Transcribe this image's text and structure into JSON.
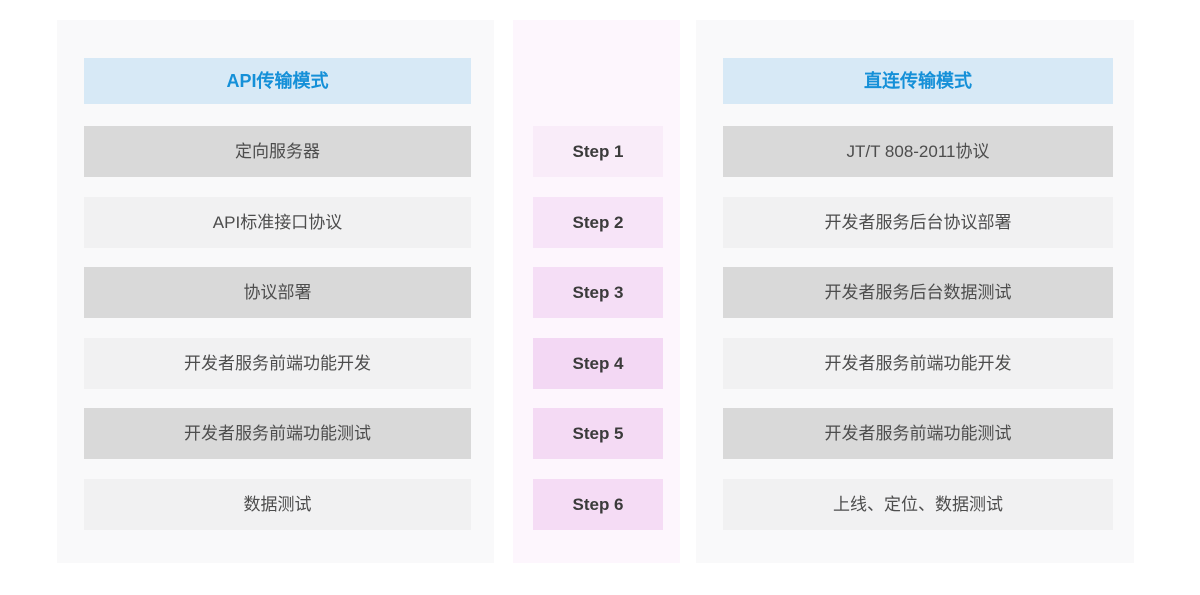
{
  "left_panel": {
    "header": {
      "label": "API传输模式"
    },
    "rows": [
      {
        "label": "定向服务器"
      },
      {
        "label": "API标准接口协议"
      },
      {
        "label": "协议部署"
      },
      {
        "label": "开发者服务前端功能开发"
      },
      {
        "label": "开发者服务前端功能测试"
      },
      {
        "label": "数据测试"
      }
    ]
  },
  "steps_panel": {
    "steps": [
      {
        "label": "Step 1",
        "style": "background:#f9ecf9"
      },
      {
        "label": "Step 2",
        "style": "background:#f7e4f8"
      },
      {
        "label": "Step 3",
        "style": "background:#f5def6"
      },
      {
        "label": "Step 4",
        "style": "background:#f3d8f4"
      },
      {
        "label": "Step 5",
        "style": "background:#f4daf4"
      },
      {
        "label": "Step 6",
        "style": "background:#f5dcf5"
      }
    ]
  },
  "right_panel": {
    "header": {
      "label": "直连传输模式"
    },
    "rows": [
      {
        "label": "JT/T 808-2011协议"
      },
      {
        "label": "开发者服务后台协议部署"
      },
      {
        "label": "开发者服务后台数据测试"
      },
      {
        "label": "开发者服务前端功能开发"
      },
      {
        "label": "开发者服务前端功能测试"
      },
      {
        "label": "上线、定位、数据测试"
      }
    ]
  },
  "colors": {
    "page_background": "#ffffff",
    "panel_background": "#f9f9fa",
    "steps_panel_background": "#fdf6fd",
    "header_background": "#d7e9f6",
    "header_text": "#1590d8",
    "row_dark": "#d9d9d9",
    "row_light": "#f1f1f2",
    "row_text": "#4d4d4d",
    "step_text": "#3b3b3b"
  }
}
